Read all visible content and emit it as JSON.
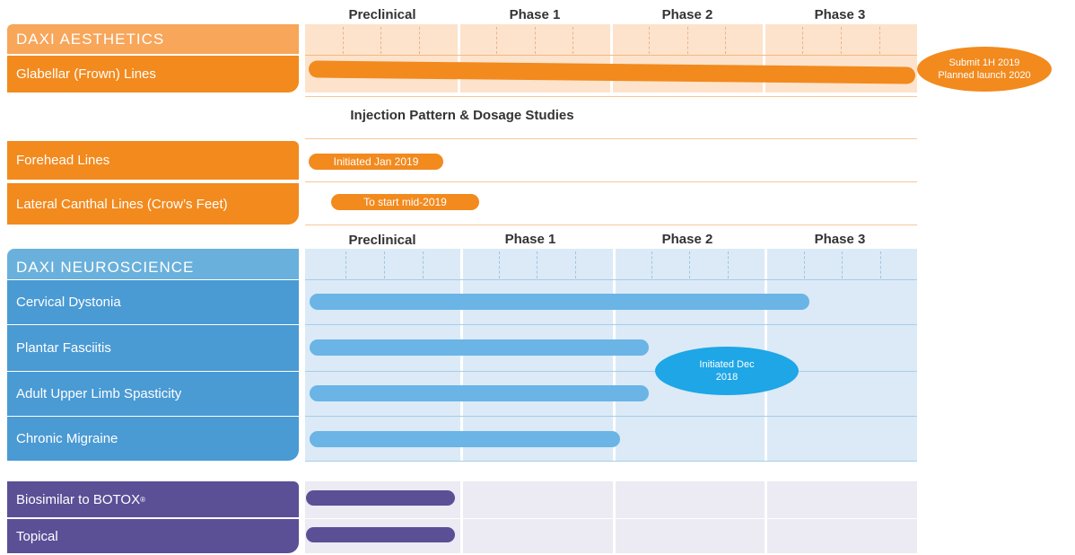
{
  "phases_top": [
    "Preclinical",
    "Phase 1",
    "Phase 2",
    "Phase 3"
  ],
  "phases_mid": [
    "Preclinical",
    "Phase 1",
    "Phase 2",
    "Phase 3"
  ],
  "aesthetics": {
    "title": "DAXI AESTHETICS",
    "rows": [
      {
        "label": "Glabellar (Frown) Lines"
      }
    ],
    "milestone": {
      "line1": "Submit 1H 2019",
      "line2": "Planned launch 2020"
    },
    "color": "#f28a1e"
  },
  "studies": {
    "title": "Injection Pattern & Dosage Studies",
    "rows": [
      {
        "label": "Forehead Lines",
        "status": "Initiated Jan 2019"
      },
      {
        "label": "Lateral Canthal Lines (Crow’s Feet)",
        "status": "To start mid-2019"
      }
    ]
  },
  "neuroscience": {
    "title": "DAXI NEUROSCIENCE",
    "rows": [
      {
        "label": "Cervical Dystonia"
      },
      {
        "label": "Plantar Fasciitis"
      },
      {
        "label": "Adult Upper Limb Spasticity"
      },
      {
        "label": "Chronic Migraine"
      }
    ],
    "milestone": {
      "line1": "Initiated Dec",
      "line2": "2018"
    },
    "color": "#4a9ad4"
  },
  "other": {
    "rows": [
      {
        "label": "Biosimilar to BOTOX",
        "sup": "®"
      },
      {
        "label": "Topical"
      }
    ],
    "color": "#5b4f96"
  }
}
